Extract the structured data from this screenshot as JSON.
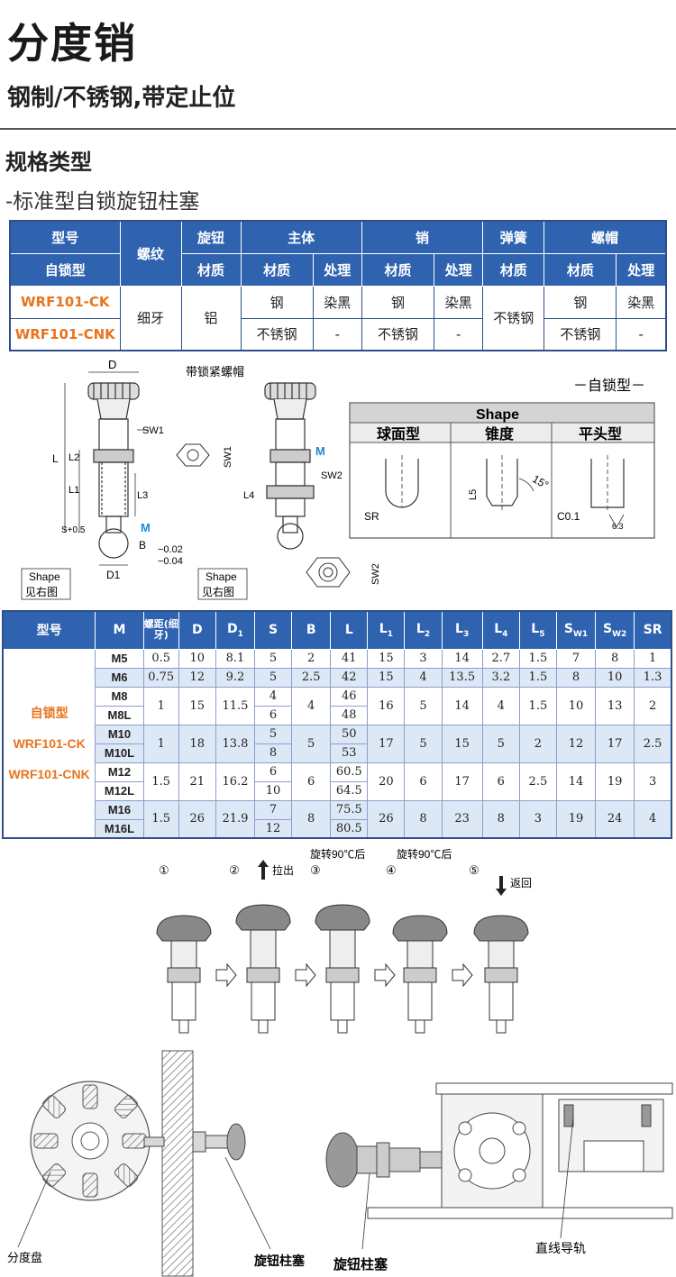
{
  "header": {
    "title": "分度销",
    "subtitle": "钢制/不锈钢,带定止位",
    "section": "规格类型",
    "type_line": "-标准型自锁旋钮柱塞"
  },
  "spec_table": {
    "h_model": "型号",
    "h_model2": "自锁型",
    "h_thread": "螺纹",
    "h_knob": "旋钮",
    "h_body": "主体",
    "h_pin": "销",
    "h_spring": "弹簧",
    "h_nut": "螺帽",
    "h_material": "材质",
    "h_treat": "处理",
    "row1": {
      "model": "WRF101-CK",
      "thread": "细牙",
      "knob": "铝",
      "body_mat": "钢",
      "body_tr": "染黑",
      "pin_mat": "钢",
      "pin_tr": "染黑",
      "spring": "不锈钢",
      "nut_mat": "钢",
      "nut_tr": "染黑"
    },
    "row2": {
      "model": "WRF101-CNK",
      "body_mat": "不锈钢",
      "body_tr": "-",
      "pin_mat": "不锈钢",
      "pin_tr": "-",
      "nut_mat": "不锈钢",
      "nut_tr": "-"
    }
  },
  "drawing": {
    "lock_nut": "带锁紧螺帽",
    "self_lock": "－自锁型－",
    "shape_title": "Shape",
    "shape_ball": "球面型",
    "shape_cone": "锥度",
    "shape_flat": "平头型",
    "shape_label": "Shape",
    "see_right": "见右图",
    "dim_D": "D",
    "dim_L": "L",
    "dim_L1": "L1",
    "dim_L2": "L2",
    "dim_L3": "L3",
    "dim_L4": "L4",
    "dim_L5": "L5",
    "dim_S": "S+0.5",
    "dim_SW1": "SW1",
    "dim_SW2": "SW2",
    "dim_M": "M",
    "dim_B": "B",
    "dim_D1": "D1",
    "tol1": "−0.02",
    "tol2": "−0.04",
    "sr": "SR",
    "angle": "15°",
    "c01": "C0.1",
    "rough": "6.3"
  },
  "dim_table": {
    "headers": [
      "型号",
      "M",
      "螺距(细牙)",
      "D",
      "D1",
      "S",
      "B",
      "L",
      "L1",
      "L2",
      "L3",
      "L4",
      "L5",
      "SW1",
      "SW2",
      "SR"
    ],
    "name1": "自锁型",
    "name2": "WRF101-CK",
    "name3": "WRF101-CNK",
    "groups": [
      {
        "m": [
          "M5"
        ],
        "pitch": "0.5",
        "D": "10",
        "D1": "8.1",
        "S": [
          "5"
        ],
        "B": "2",
        "L": [
          "41"
        ],
        "L1": "15",
        "L2": "3",
        "L3": "14",
        "L4": "2.7",
        "L5": "1.5",
        "SW1": "7",
        "SW2": "8",
        "SR": "1"
      },
      {
        "m": [
          "M6"
        ],
        "pitch": "0.75",
        "D": "12",
        "D1": "9.2",
        "S": [
          "5"
        ],
        "B": "2.5",
        "L": [
          "42"
        ],
        "L1": "15",
        "L2": "4",
        "L3": "13.5",
        "L4": "3.2",
        "L5": "1.5",
        "SW1": "8",
        "SW2": "10",
        "SR": "1.3"
      },
      {
        "m": [
          "M8",
          "M8L"
        ],
        "pitch": "1",
        "D": "15",
        "D1": "11.5",
        "S": [
          "4",
          "6"
        ],
        "B": "4",
        "L": [
          "46",
          "48"
        ],
        "L1": "16",
        "L2": "5",
        "L3": "14",
        "L4": "4",
        "L5": "1.5",
        "SW1": "10",
        "SW2": "13",
        "SR": "2"
      },
      {
        "m": [
          "M10",
          "M10L"
        ],
        "pitch": "1",
        "D": "18",
        "D1": "13.8",
        "S": [
          "5",
          "8"
        ],
        "B": "5",
        "L": [
          "50",
          "53"
        ],
        "L1": "17",
        "L2": "5",
        "L3": "15",
        "L4": "5",
        "L5": "2",
        "SW1": "12",
        "SW2": "17",
        "SR": "2.5"
      },
      {
        "m": [
          "M12",
          "M12L"
        ],
        "pitch": "1.5",
        "D": "21",
        "D1": "16.2",
        "S": [
          "6",
          "10"
        ],
        "B": "6",
        "L": [
          "60.5",
          "64.5"
        ],
        "L1": "20",
        "L2": "6",
        "L3": "17",
        "L4": "6",
        "L5": "2.5",
        "SW1": "14",
        "SW2": "19",
        "SR": "3"
      },
      {
        "m": [
          "M16",
          "M16L"
        ],
        "pitch": "1.5",
        "D": "26",
        "D1": "21.9",
        "S": [
          "7",
          "12"
        ],
        "B": "8",
        "L": [
          "75.5",
          "80.5"
        ],
        "L1": "26",
        "L2": "8",
        "L3": "23",
        "L4": "8",
        "L5": "3",
        "SW1": "19",
        "SW2": "24",
        "SR": "4"
      }
    ]
  },
  "steps": {
    "s1": "①",
    "s2": "②",
    "s3": "③",
    "s4": "④",
    "s5": "⑤",
    "pull": "拉出",
    "rotate1": "旋转90℃后",
    "rotate2": "旋转90℃后",
    "back": "返回"
  },
  "usage": {
    "disk": "分度盘",
    "plunger1": "旋钮柱塞",
    "plunger2": "旋钮柱塞",
    "rail": "直线导轨"
  }
}
